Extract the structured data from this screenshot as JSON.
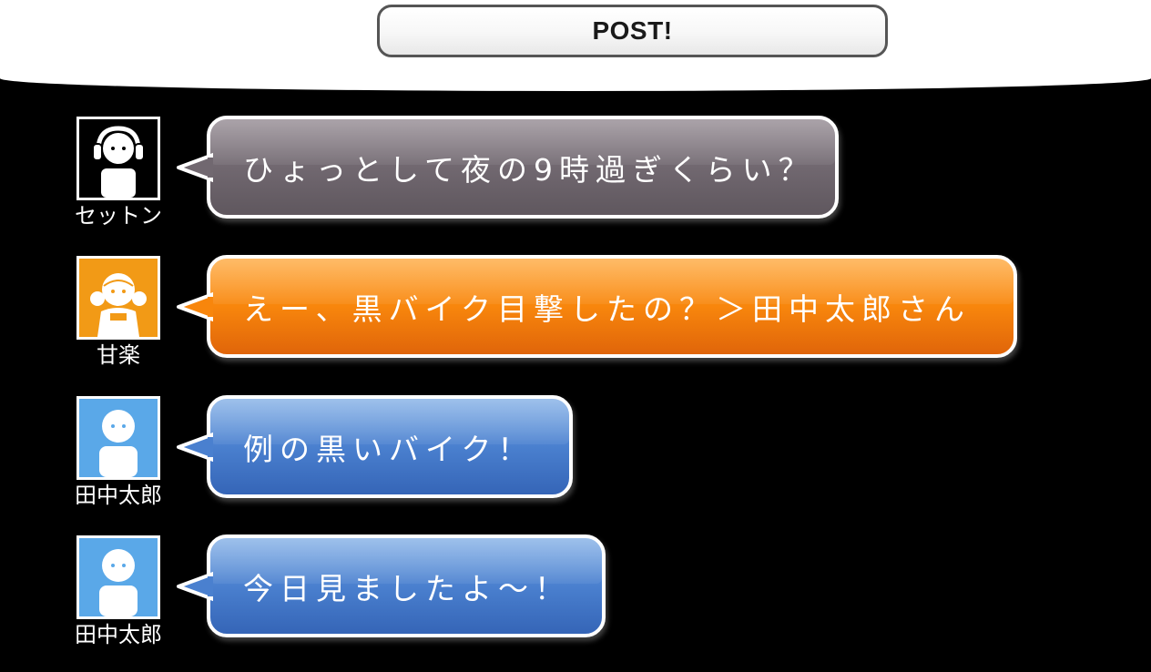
{
  "toolbar": {
    "post_label": "POST!"
  },
  "messages": [
    {
      "user": "セットン",
      "avatar_icon": "headphones-person-icon",
      "text": "ひょっとして夜の9時過ぎくらい？",
      "bubble_color": "#716870"
    },
    {
      "user": "甘楽",
      "avatar_icon": "girl-pigtails-icon",
      "text": "えー、黒バイク目撃したの？＞田中太郎さん",
      "bubble_color": "#f8860c"
    },
    {
      "user": "田中太郎",
      "avatar_icon": "plain-person-icon",
      "text": "例の黒いバイク！",
      "bubble_color": "#4a80cf"
    },
    {
      "user": "田中太郎",
      "avatar_icon": "plain-person-icon",
      "text": "今日見ましたよ～！",
      "bubble_color": "#4a80cf"
    }
  ]
}
